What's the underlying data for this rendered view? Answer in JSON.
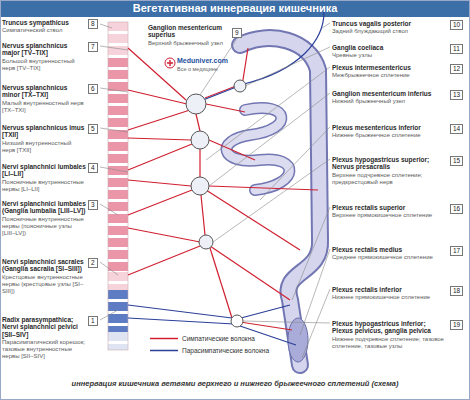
{
  "diagram": {
    "title": "Вегетативная иннервация кишечника",
    "caption": "иннервация кишечника ветвями верхнего и нижнего брыжеечного сплетений (схема)",
    "labels": [
      "8",
      "Truncus sympathicus",
      "Симпатический ствол",
      "7",
      "Nervus splanchnicus major [TV–TIX]",
      "Большой внутренностный нерв [TV–TIX]",
      "6",
      "Nervus splanchnicus minor [TX–TXI]",
      "Малый внутренностный нерв [TX–TXI]",
      "5",
      "Nervus splanchnicus imus [TXII]",
      "Низший внутренностный нерв [TXII]",
      "4",
      "Nervi splanchnici lumbales [LI–LII]",
      "Поясничные внутренностные нервы [LI–LII]",
      "3",
      "Nervi splanchnici lumbales (Ganglia lumbalia [LIII–LV])",
      "Поясничные внутренностные нервы (поясничные узлы [LIII–LV])",
      "2",
      "Nervi splanchnici sacrales (Ganglia sacralia [SI–SIII])",
      "Крестцовые внутренностные нервы (крестцовые узлы [SI–SIII])",
      "1",
      "Radix parasympathica; Nervi splanchnici pelvici [SII–SIV]",
      "Парасимпатический корешок; тазовые внутренностные нервы [SII–SIV]",
      "9",
      "Ganglion mesentericum superius",
      "Верхний брыжеечный узел",
      "10",
      "Truncus vagalis posterior",
      "Задний блуждающий ствол",
      "11",
      "Ganglia coeliaca",
      "Чревные узлы",
      "12",
      "Plexus intermesentericus",
      "Межбрыжеечное сплетение",
      "13",
      "Ganglion mesentericum inferius",
      "Нижний брыжеечный узел",
      "14",
      "Plexus mesentericus inferior",
      "Нижнее брыжеечное сплетение",
      "15",
      "Plexus hypogastricus superior; Nervus presacralis",
      "Верхнее подчревное сплетение; предкрестцовый нерв",
      "16",
      "Plexus rectalis superior",
      "Верхнее прямокишечное сплетение",
      "17",
      "Plexus rectalis medius",
      "Среднее прямокишечное сплетение",
      "18",
      "Plexus rectalis inferior",
      "Нижнее прямокишечное сплетение",
      "19",
      "Plexus hypogastricus inferior; Plexus pelvicus, ganglia pelvica",
      "Нижнее подчревное сплетение; тазовое сплетение, тазовые узлы",
      "Meduniver.com",
      "Все о медицине"
    ],
    "legend": [
      {
        "text": "Симпатические волокна"
      },
      {
        "text": "Парасимпатические волокна"
      }
    ]
  }
}
